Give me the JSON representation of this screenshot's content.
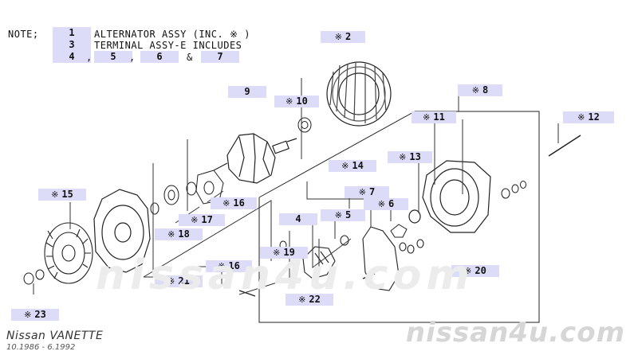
{
  "note": {
    "label": "NOTE;",
    "line1_ref": "1",
    "line1_text": "ALTERNATOR ASSY (INC. ※ )",
    "line2_ref": "3",
    "line2_text": "TERMINAL ASSY-E INCLUDES",
    "line3_refs": [
      "4",
      "5",
      "6",
      "7"
    ],
    "line3_seps": [
      ",",
      ",",
      "&"
    ]
  },
  "callouts": [
    {
      "id": "2",
      "star": true
    },
    {
      "id": "9",
      "star": false
    },
    {
      "id": "10",
      "star": true
    },
    {
      "id": "8",
      "star": true
    },
    {
      "id": "11",
      "star": true
    },
    {
      "id": "12",
      "star": true
    },
    {
      "id": "13",
      "star": true
    },
    {
      "id": "14",
      "star": true
    },
    {
      "id": "7",
      "star": true
    },
    {
      "id": "6",
      "star": true
    },
    {
      "id": "4",
      "star": false
    },
    {
      "id": "5",
      "star": true
    },
    {
      "id": "15",
      "star": true
    },
    {
      "id": "16",
      "star": true
    },
    {
      "id": "17",
      "star": true
    },
    {
      "id": "18",
      "star": true
    },
    {
      "id": "19",
      "star": true
    },
    {
      "id": "16",
      "star": true
    },
    {
      "id": "21",
      "star": true
    },
    {
      "id": "22",
      "star": true
    },
    {
      "id": "20",
      "star": true
    },
    {
      "id": "23",
      "star": true
    }
  ],
  "footer": {
    "brand": "Nissan VANETTE",
    "years": "10.1986 - 6.1992"
  },
  "watermark": {
    "overlay": "nissan4u.com",
    "corner": "nissan4u.com"
  }
}
